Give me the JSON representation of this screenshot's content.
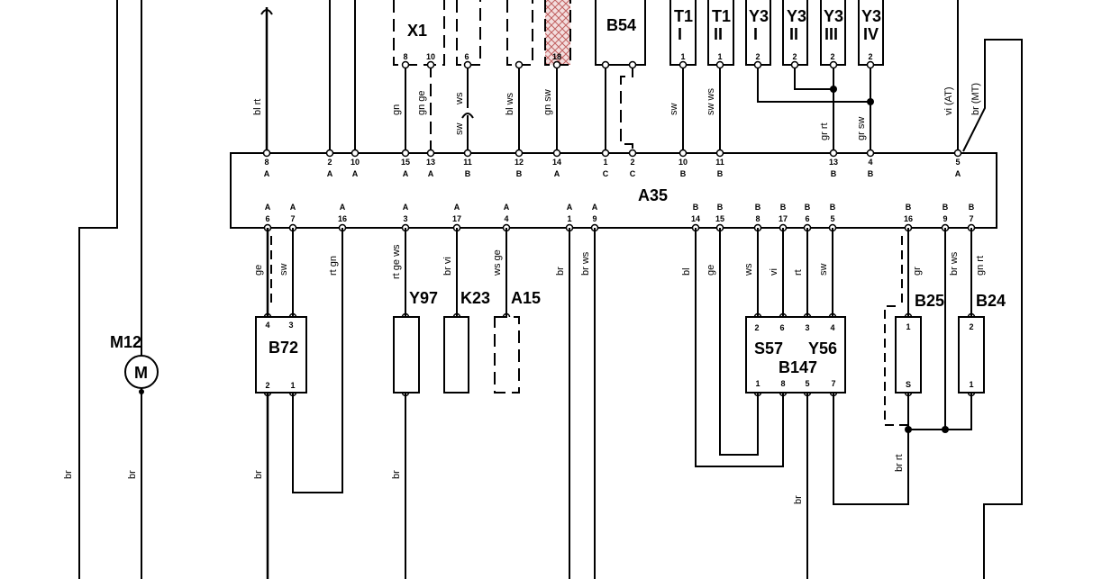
{
  "components": {
    "a35": "A35",
    "b54": "B54",
    "x1": "X1",
    "t1_i_name": "T1",
    "t1_i_idx": "I",
    "t1_ii_name": "T1",
    "t1_ii_idx": "II",
    "y3_i_name": "Y3",
    "y3_i_idx": "I",
    "y3_ii_name": "Y3",
    "y3_ii_idx": "II",
    "y3_iii_name": "Y3",
    "y3_iii_idx": "III",
    "y3_iv_name": "Y3",
    "y3_iv_idx": "IV",
    "m12": "M12",
    "motor_symbol": "M",
    "b72": "B72",
    "y97": "Y97",
    "k23": "K23",
    "a15": "A15",
    "s57": "S57",
    "y56": "Y56",
    "b147": "B147",
    "b25": "B25",
    "b24": "B24"
  },
  "top_pins": [
    {
      "pin": "8",
      "conn": "A"
    },
    {
      "pin": "2",
      "conn": "A"
    },
    {
      "pin": "10",
      "conn": "A"
    },
    {
      "pin": "15",
      "conn": "A"
    },
    {
      "pin": "13",
      "conn": "A"
    },
    {
      "pin": "11",
      "conn": "B"
    },
    {
      "pin": "12",
      "conn": "B"
    },
    {
      "pin": "14",
      "conn": "A"
    },
    {
      "pin": "1",
      "conn": "C"
    },
    {
      "pin": "2",
      "conn": "C"
    },
    {
      "pin": "10",
      "conn": "B"
    },
    {
      "pin": "11",
      "conn": "B"
    },
    {
      "pin": "13",
      "conn": "B"
    },
    {
      "pin": "4",
      "conn": "B"
    },
    {
      "pin": "5",
      "conn": "A"
    }
  ],
  "bottom_pins": [
    {
      "conn": "A",
      "pin": "6"
    },
    {
      "conn": "A",
      "pin": "7"
    },
    {
      "conn": "A",
      "pin": "16"
    },
    {
      "conn": "A",
      "pin": "3"
    },
    {
      "conn": "A",
      "pin": "17"
    },
    {
      "conn": "A",
      "pin": "4"
    },
    {
      "conn": "A",
      "pin": "1"
    },
    {
      "conn": "A",
      "pin": "9"
    },
    {
      "conn": "B",
      "pin": "14"
    },
    {
      "conn": "B",
      "pin": "15"
    },
    {
      "conn": "B",
      "pin": "8"
    },
    {
      "conn": "B",
      "pin": "17"
    },
    {
      "conn": "B",
      "pin": "6"
    },
    {
      "conn": "B",
      "pin": "5"
    },
    {
      "conn": "B",
      "pin": "16"
    },
    {
      "conn": "B",
      "pin": "9"
    },
    {
      "conn": "B",
      "pin": "7"
    }
  ],
  "top_wire_colors": [
    {
      "text": "bl rt"
    },
    {
      "text": "gn"
    },
    {
      "text": "gn ge"
    },
    {
      "text": "ws"
    },
    {
      "text": "sw"
    },
    {
      "text": "bl ws"
    },
    {
      "text": "gn sw"
    },
    {
      "text": "sw"
    },
    {
      "text": "sw ws"
    },
    {
      "text": "gr rt"
    },
    {
      "text": "gr sw"
    },
    {
      "text": "vi (AT)"
    },
    {
      "text": "br (MT)"
    }
  ],
  "bottom_wire_colors": [
    {
      "text": "ge"
    },
    {
      "text": "sw"
    },
    {
      "text": "rt gn"
    },
    {
      "text": "rt ge ws"
    },
    {
      "text": "br vi"
    },
    {
      "text": "ws ge"
    },
    {
      "text": "br"
    },
    {
      "text": "br ws"
    },
    {
      "text": "bl"
    },
    {
      "text": "ge"
    },
    {
      "text": "ws"
    },
    {
      "text": "vi"
    },
    {
      "text": "rt"
    },
    {
      "text": "sw"
    },
    {
      "text": "gr"
    },
    {
      "text": "br ws"
    },
    {
      "text": "gn rt"
    }
  ],
  "lower_wire_colors": [
    {
      "text": "br"
    },
    {
      "text": "br"
    },
    {
      "text": "br"
    },
    {
      "text": "br"
    },
    {
      "text": "br"
    },
    {
      "text": "br rt"
    }
  ],
  "pin_numbers": {
    "x1_a": "8",
    "x1_b": "10",
    "c3": "6",
    "c5": "18",
    "t1i": "1",
    "t1ii": "1",
    "y3i": "2",
    "y3ii": "2",
    "y3iii": "2",
    "y3iv": "2",
    "b72_t1": "4",
    "b72_t2": "3",
    "b72_b1": "2",
    "b72_b2": "1",
    "b147_t1": "2",
    "b147_t2": "6",
    "b147_t3": "3",
    "b147_t4": "4",
    "b147_b1": "1",
    "b147_b2": "8",
    "b147_b3": "5",
    "b147_b4": "7",
    "b25_t": "1",
    "b25_b": "S",
    "b24_t": "2",
    "b24_b": "1"
  },
  "colors": {
    "line": "#000000",
    "hatch": "#c06060",
    "hatch_bg": "#f3dede",
    "background": "#ffffff"
  }
}
